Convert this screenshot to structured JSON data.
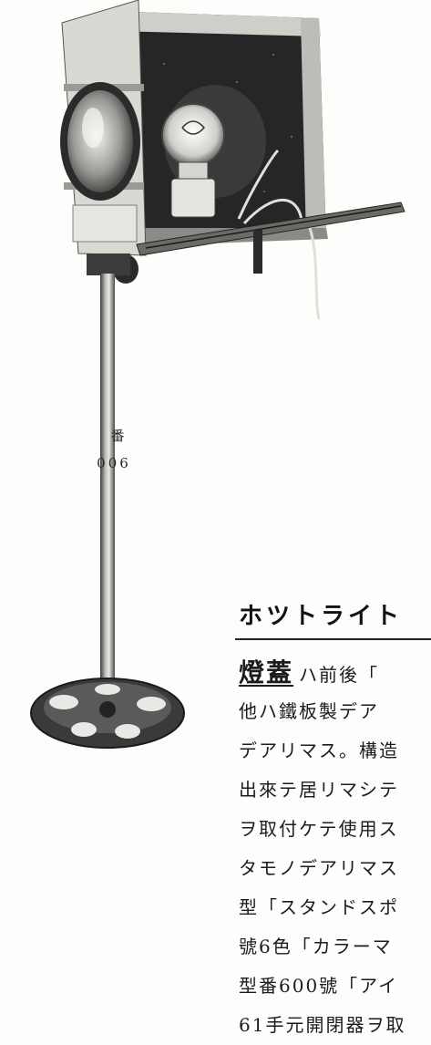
{
  "catalog": {
    "label": "番",
    "number": "006"
  },
  "section": {
    "title": "ホツトライト",
    "lead_word": "燈蓋",
    "lines": [
      "ハ前後「",
      "他ハ鐵板製デア",
      "デアリマス。構造",
      "出來テ居リマシテ",
      "ヲ取付ケテ使用ス",
      "タモノデアリマス",
      "型「スタンドスポ",
      "號6色「カラーマ",
      "型番600號「アイ",
      "61手元開閉器ヲ取"
    ]
  },
  "colors": {
    "ink": "#1a1a1a",
    "paper": "#fdfdfb",
    "metal_light": "#d9d9d3",
    "metal_dark": "#2b2b2b"
  }
}
